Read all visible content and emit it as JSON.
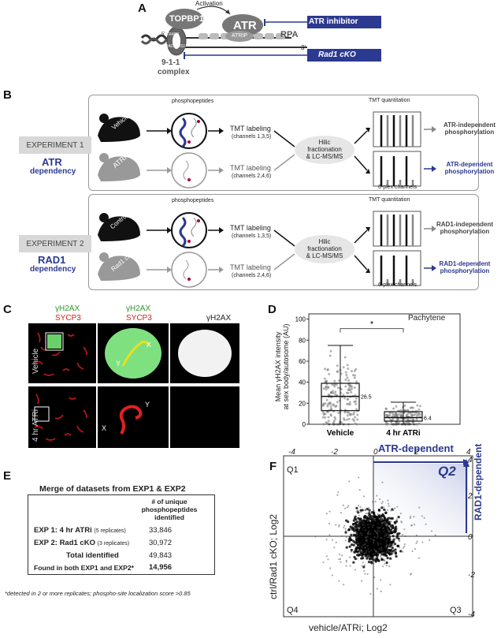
{
  "panel_labels": {
    "a": "A",
    "b": "B",
    "c": "C",
    "d": "D",
    "e": "E",
    "f": "F"
  },
  "panel_a": {
    "activation": "Activation",
    "topbp1": "TOPBP1",
    "atr": "ATR",
    "atrip": "ATRIP",
    "rad9": "RAD9",
    "rad1": "RAD1",
    "hus1": "HUS1",
    "rpa": "RPA",
    "five_prime": "5'",
    "three_prime": "3'",
    "complex_line1": "9-1-1",
    "complex_line2": "complex",
    "atr_inhibitor": "ATR inhibitor",
    "rad1_cko": "Rad1 cKO"
  },
  "panel_b": {
    "exp1": {
      "tab": "EXPERIMENT 1",
      "name": "ATR",
      "dependency": "dependency",
      "mouse_top": "Vehicle",
      "mouse_bottom": "ATRi",
      "phosphopeptides": "phosphopeptides",
      "tmt_labeling": "TMT labeling",
      "channels_top": "(channels 1,3,5)",
      "channels_bottom": "(channels 2,4,6)",
      "hilic": "Hilic\nfractionation\n& LC-MS/MS",
      "tmt_quant": "TMT quantitation",
      "six_plex": "6-plex channels",
      "result_top": "ATR-independent\nphosphorylation",
      "result_bottom": "ATR-dependent\nphosphorylation"
    },
    "exp2": {
      "tab": "EXPERIMENT 2",
      "name": "RAD1",
      "dependency": "dependency",
      "mouse_top": "Control",
      "mouse_bottom": "Rad1 cKO",
      "phosphopeptides": "phosphopeptides",
      "tmt_labeling": "TMT labeling",
      "channels_top": "(channels 1,3,5)",
      "channels_bottom": "(channels 2,4,6)",
      "hilic": "Hilic\nfractionation\n& LC-MS/MS",
      "tmt_quant": "TMT quantitation",
      "six_plex": "6-plex channels",
      "result_top": "RAD1-independent\nphosphorylation",
      "result_bottom": "RAD1-dependent\nphosphorylation"
    }
  },
  "panel_c": {
    "col1_l1": "γH2AX",
    "col1_l2": "SYCP3",
    "col2_l1": "γH2AX",
    "col2_l2": "SYCP3",
    "col3_l1": "γH2AX",
    "row1": "Vehicle",
    "row2": "4 hr ATRi",
    "x": "X",
    "y": "Y"
  },
  "panel_d": {
    "chart_data": {
      "type": "box",
      "title": "Pachytene",
      "ylabel": "Mean γH2AX intensity\nat sex body/autosome (AU)",
      "categories": [
        "Vehicle",
        "4 hr ATRi"
      ],
      "medians": [
        26.5,
        6.4
      ],
      "q1": [
        13,
        3
      ],
      "q3": [
        39,
        12
      ],
      "whisker_low": [
        0,
        0
      ],
      "whisker_high": [
        75,
        21
      ],
      "yticks": [
        "0",
        "20",
        "40",
        "60",
        "80",
        "100"
      ],
      "ylim": [
        0,
        105
      ],
      "significance": "*"
    }
  },
  "panel_e": {
    "title": "Merge of datasets from EXP1 & EXP2",
    "col_header": "# of unique\nphosphopeptides\nidentified",
    "rows": [
      {
        "label": "EXP 1: 4 hr ATRi",
        "note": "(5 replicates)",
        "value": "33,846"
      },
      {
        "label": "EXP 2: Rad1 cKO",
        "note": "(3 replicates)",
        "value": "30,972"
      },
      {
        "label": "Total identified",
        "note": "",
        "value": "49,843"
      },
      {
        "label": "Found in both EXP1 and EXP2*",
        "note": "",
        "value": "14,956"
      }
    ],
    "footnote": "*detected in 2 or more replicates; phospho-site localization score >0.85"
  },
  "panel_f": {
    "chart_data": {
      "type": "scatter",
      "xlabel": "vehicle/ATRi; Log2",
      "ylabel": "ctrl/Rad1 cKO; Log2",
      "xlim": [
        -4,
        4
      ],
      "ylim": [
        -4,
        4
      ],
      "xticks": [
        "-4",
        "-2",
        "0",
        "2",
        "4"
      ],
      "yticks": [
        "4",
        "2",
        "0",
        "-2",
        "-4"
      ],
      "quadrants": {
        "q1": "Q1",
        "q2": "Q2",
        "q3": "Q3",
        "q4": "Q4"
      },
      "atr_dependent": "ATR-dependent",
      "rad1_dependent": "RAD1-dependent"
    }
  }
}
